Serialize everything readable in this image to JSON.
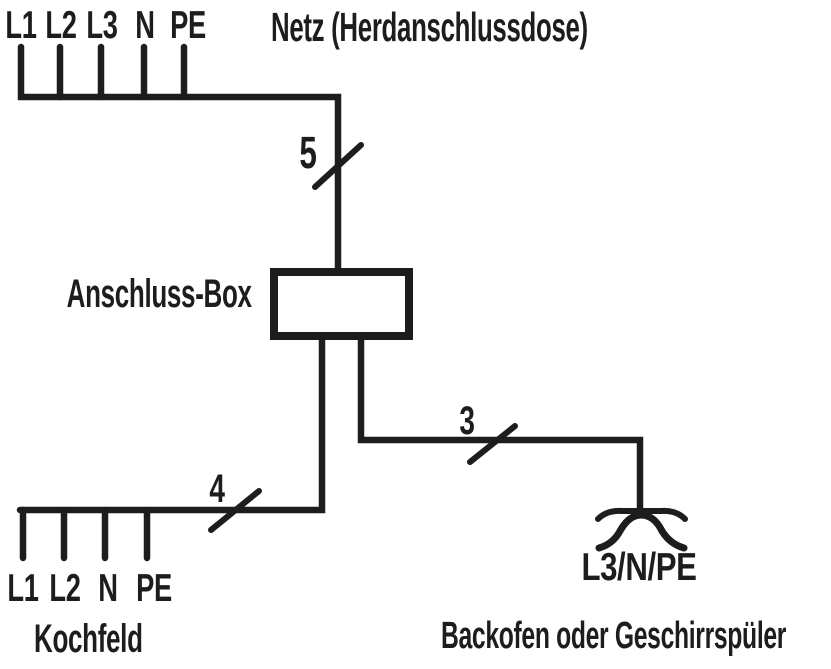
{
  "diagram": {
    "background_color": "#ffffff",
    "line_color": "#1d1d1b",
    "net": {
      "title": "Netz (Herdanschlussdose)",
      "terminals": [
        "L1",
        "L2",
        "L3",
        "N",
        "PE"
      ]
    },
    "box": {
      "label": "Anschluss-Box"
    },
    "feed": {
      "conductor_count": "5"
    },
    "kochfeld": {
      "conductor_count": "4",
      "terminals": [
        "L1",
        "L2",
        "N",
        "PE"
      ],
      "label": "Kochfeld"
    },
    "backofen": {
      "conductor_count": "3",
      "socket_terminals": "L3/N/PE",
      "socket_icon": "socket-outlet",
      "label": "Backofen oder Geschirrspüler"
    }
  }
}
